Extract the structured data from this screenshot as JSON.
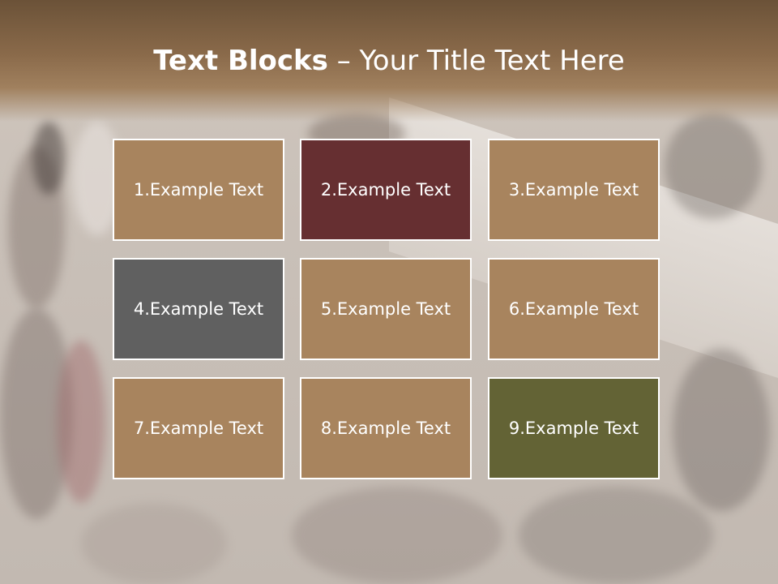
{
  "title": {
    "bold": "Text Blocks",
    "separator": " – ",
    "rest": "Your Title Text Here"
  },
  "blocks": [
    {
      "label": "1.Example Text",
      "color": "#a8845e"
    },
    {
      "label": "2.Example Text",
      "color": "#662f31"
    },
    {
      "label": "3.Example Text",
      "color": "#a8845e"
    },
    {
      "label": "4.Example Text",
      "color": "#606060"
    },
    {
      "label": "5.Example Text",
      "color": "#a8845e"
    },
    {
      "label": "6.Example Text",
      "color": "#a8845e"
    },
    {
      "label": "7.Example Text",
      "color": "#a8845e"
    },
    {
      "label": "8.Example Text",
      "color": "#a8845e"
    },
    {
      "label": "9.Example Text",
      "color": "#636335"
    }
  ],
  "background": {
    "image": "blurred crowd in shopping mall"
  }
}
